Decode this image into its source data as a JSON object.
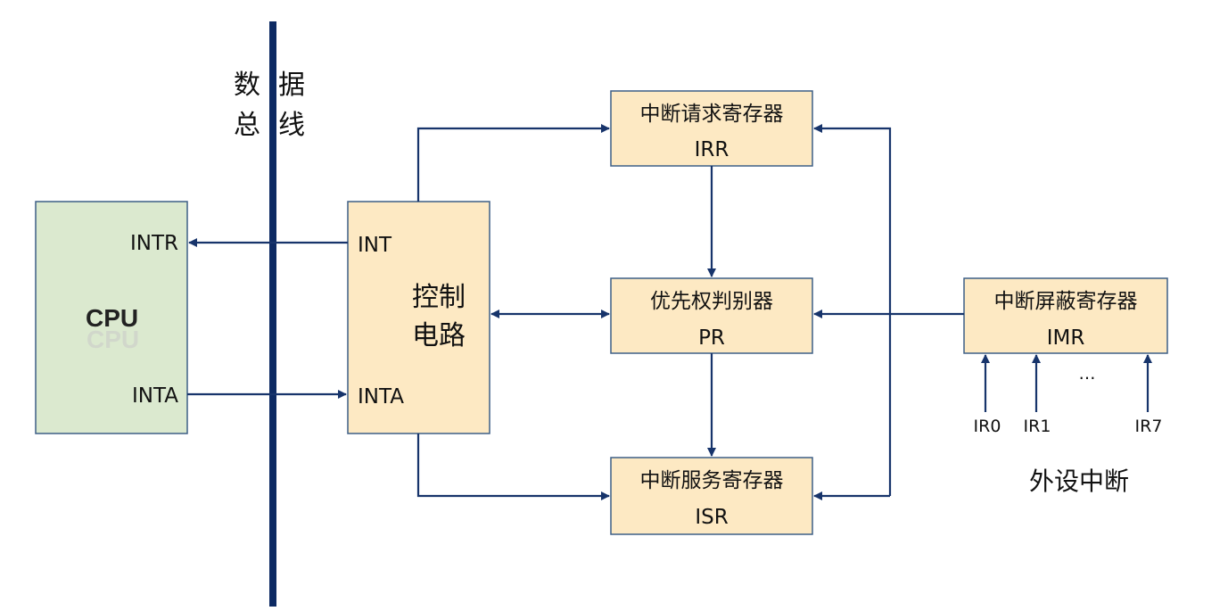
{
  "colors": {
    "bus": "#0d2a63",
    "arrow": "#17346b",
    "cpu_fill": "#dbe9cf",
    "cpu_stroke": "#3d5f86",
    "box_fill": "#fde9c3",
    "box_stroke": "#3d5f86"
  },
  "bus": {
    "chars": [
      "数",
      "据",
      "总",
      "线"
    ]
  },
  "cpu": {
    "label": "CPU",
    "intr": "INTR",
    "inta": "INTA"
  },
  "control": {
    "int": "INT",
    "inta": "INTA",
    "line1": "控制",
    "line2": "电路"
  },
  "irr": {
    "title": "中断请求寄存器",
    "abbr": "IRR"
  },
  "pr": {
    "title": "优先权判别器",
    "abbr": "PR"
  },
  "isr": {
    "title": "中断服务寄存器",
    "abbr": "ISR"
  },
  "imr": {
    "title": "中断屏蔽寄存器",
    "abbr": "IMR"
  },
  "inputs": {
    "ir0": "IR0",
    "ir1": "IR1",
    "ellipsis": "…",
    "ir7": "IR7"
  },
  "peripheral_label": "外设中断"
}
